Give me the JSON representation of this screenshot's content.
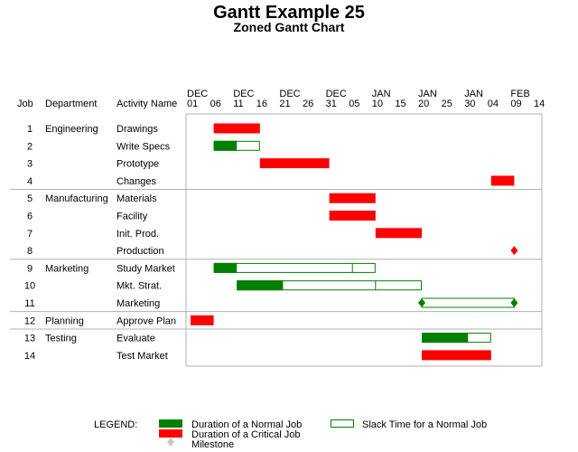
{
  "chart_data": {
    "type": "gantt",
    "title": "Gantt Example 25",
    "subtitle": "Zoned Gantt Chart",
    "columns": {
      "job": "Job",
      "department": "Department",
      "activity": "Activity Name"
    },
    "axis": {
      "start": "2000-12-01",
      "end": "2001-02-14",
      "ticks": [
        {
          "date": "2000-12-01",
          "month": "DEC",
          "day": "01"
        },
        {
          "date": "2000-12-06",
          "month": "",
          "day": "06"
        },
        {
          "date": "2000-12-11",
          "month": "DEC",
          "day": "11"
        },
        {
          "date": "2000-12-16",
          "month": "",
          "day": "16"
        },
        {
          "date": "2000-12-21",
          "month": "DEC",
          "day": "21"
        },
        {
          "date": "2000-12-26",
          "month": "",
          "day": "26"
        },
        {
          "date": "2000-12-31",
          "month": "DEC",
          "day": "31"
        },
        {
          "date": "2001-01-05",
          "month": "",
          "day": "05"
        },
        {
          "date": "2001-01-10",
          "month": "JAN",
          "day": "10"
        },
        {
          "date": "2001-01-15",
          "month": "",
          "day": "15"
        },
        {
          "date": "2001-01-20",
          "month": "JAN",
          "day": "20"
        },
        {
          "date": "2001-01-25",
          "month": "",
          "day": "25"
        },
        {
          "date": "2001-01-30",
          "month": "JAN",
          "day": "30"
        },
        {
          "date": "2001-02-04",
          "month": "",
          "day": "04"
        },
        {
          "date": "2001-02-09",
          "month": "FEB",
          "day": "09"
        },
        {
          "date": "2001-02-14",
          "month": "",
          "day": "14"
        }
      ]
    },
    "zones": [
      {
        "department": "Engineering",
        "jobs": [
          1,
          2,
          3,
          4
        ]
      },
      {
        "department": "Manufacturing",
        "jobs": [
          5,
          6,
          7,
          8
        ]
      },
      {
        "department": "Marketing",
        "jobs": [
          9,
          10,
          11
        ]
      },
      {
        "department": "Planning",
        "jobs": [
          12
        ]
      },
      {
        "department": "Testing",
        "jobs": [
          13,
          14
        ]
      }
    ],
    "tasks": [
      {
        "job": "1",
        "department": "Engineering",
        "activity": "Drawings",
        "critical": true,
        "start": "2000-12-06",
        "finish": "2000-12-16"
      },
      {
        "job": "2",
        "department": "",
        "activity": "Write Specs",
        "critical": false,
        "start": "2000-12-06",
        "finish": "2000-12-11",
        "slack_finish": "2000-12-16"
      },
      {
        "job": "3",
        "department": "",
        "activity": "Prototype",
        "critical": true,
        "start": "2000-12-16",
        "finish": "2000-12-31"
      },
      {
        "job": "4",
        "department": "",
        "activity": "Changes",
        "critical": true,
        "start": "2001-02-04",
        "finish": "2001-02-09"
      },
      {
        "job": "5",
        "department": "Manufacturing",
        "activity": "Materials",
        "critical": true,
        "start": "2000-12-31",
        "finish": "2001-01-10"
      },
      {
        "job": "6",
        "department": "",
        "activity": "Facility",
        "critical": true,
        "start": "2000-12-31",
        "finish": "2001-01-10"
      },
      {
        "job": "7",
        "department": "",
        "activity": "Init. Prod.",
        "critical": true,
        "start": "2001-01-10",
        "finish": "2001-01-20"
      },
      {
        "job": "8",
        "department": "",
        "activity": "Production",
        "critical": true,
        "milestone": "2001-02-09"
      },
      {
        "job": "9",
        "department": "Marketing",
        "activity": "Study Market",
        "critical": false,
        "start": "2000-12-06",
        "finish": "2000-12-11",
        "slack_finish": "2001-01-10",
        "slack_divider": "2001-01-05"
      },
      {
        "job": "10",
        "department": "",
        "activity": "Mkt. Strat.",
        "critical": false,
        "start": "2000-12-11",
        "finish": "2000-12-21",
        "slack_finish": "2001-01-20",
        "slack_divider": "2001-01-10"
      },
      {
        "job": "11",
        "department": "",
        "activity": "Marketing",
        "critical": false,
        "milestone": "2001-01-20",
        "slack_finish": "2001-02-09",
        "milestone_end": "2001-02-09"
      },
      {
        "job": "12",
        "department": "Planning",
        "activity": "Approve Plan",
        "critical": true,
        "start": "2000-12-01",
        "finish": "2000-12-06"
      },
      {
        "job": "13",
        "department": "Testing",
        "activity": "Evaluate",
        "critical": false,
        "start": "2001-01-20",
        "finish": "2001-01-30",
        "slack_finish": "2001-02-04"
      },
      {
        "job": "14",
        "department": "",
        "activity": "Test Market",
        "critical": true,
        "start": "2001-01-20",
        "finish": "2001-02-04"
      }
    ],
    "legend": {
      "label": "LEGEND:",
      "normal": "Duration of a Normal Job",
      "critical": "Duration of a Critical Job",
      "slack": "Slack Time for a Normal Job",
      "milestone": "Milestone"
    },
    "colors": {
      "normal": "#008000",
      "critical": "#ff0000",
      "slack_border": "#008000",
      "milestone_legend": "#c8c8c8",
      "grid": "#b0b0b0"
    }
  }
}
